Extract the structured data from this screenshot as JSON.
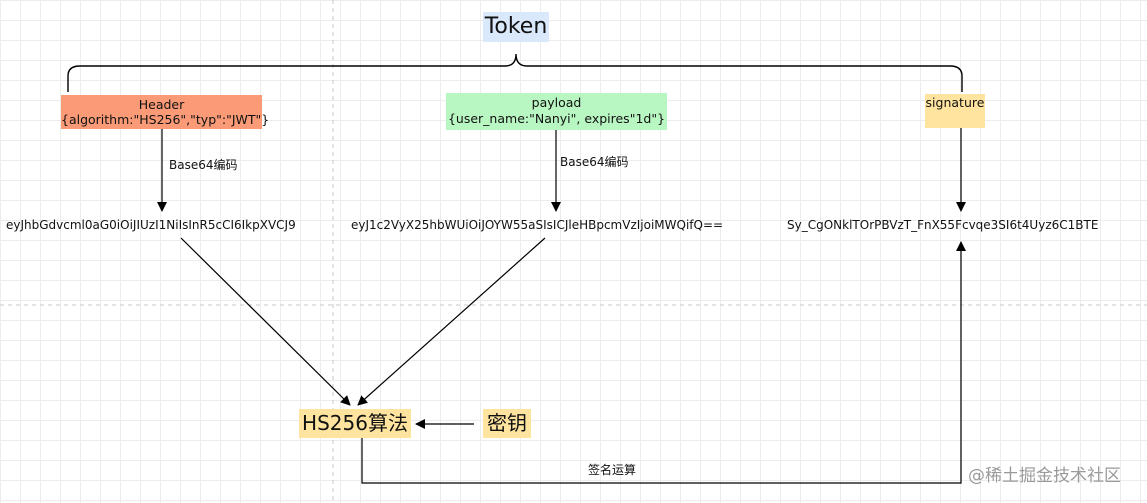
{
  "title": "Token",
  "header": {
    "name": "Header",
    "value": "{algorithm:\"HS256\",\"typ\":\"JWT\"}",
    "encoding_label": "Base64编码",
    "encoded": "eyJhbGdvcml0aG0iOiJIUzI1NiIsInR5cCI6IkpXVCJ9"
  },
  "payload": {
    "name": "payload",
    "value": "{user_name:\"Nanyi\", expires\"1d\"}",
    "encoding_label": "Base64编码",
    "encoded": "eyJ1c2VyX25hbWUiOiJOYW55aSIsICJleHBpcmVzIjoiMWQifQ=="
  },
  "signature": {
    "name": "signature",
    "encoded": "Sy_CgONklTOrPBVzT_FnX55Fcvqe3SI6t4Uyz6C1BTE"
  },
  "algorithm": {
    "name": "HS256算法"
  },
  "secret": {
    "name": "密钥"
  },
  "signing_label": "签名运算",
  "watermark": "@稀土掘金技术社区",
  "colors": {
    "title_bg": "#dae8fc",
    "header_bg": "#fa9a76",
    "payload_bg": "#b9f7c2",
    "signature_bg": "#ffe4a0",
    "algorithm_bg": "#ffe4a0",
    "secret_bg": "#ffe4a0"
  }
}
